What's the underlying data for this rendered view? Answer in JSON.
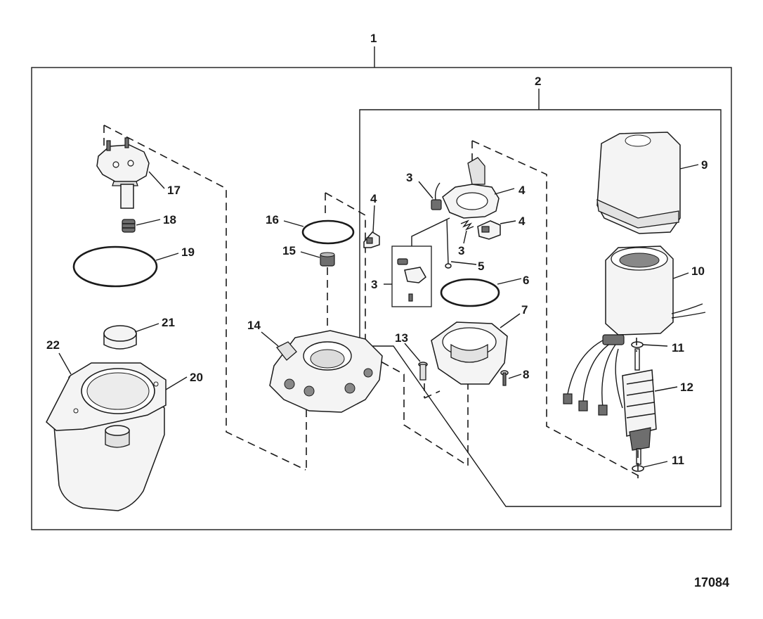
{
  "figure_number": "17084",
  "callouts": {
    "c1": "1",
    "c2": "2",
    "c3": "3",
    "c4": "4",
    "c5": "5",
    "c6": "6",
    "c7": "7",
    "c8": "8",
    "c9": "9",
    "c10": "10",
    "c11": "11",
    "c12": "12",
    "c13": "13",
    "c14": "14",
    "c15": "15",
    "c16": "16",
    "c17": "17",
    "c18": "18",
    "c19": "19",
    "c20": "20",
    "c21": "21",
    "c22": "22"
  }
}
